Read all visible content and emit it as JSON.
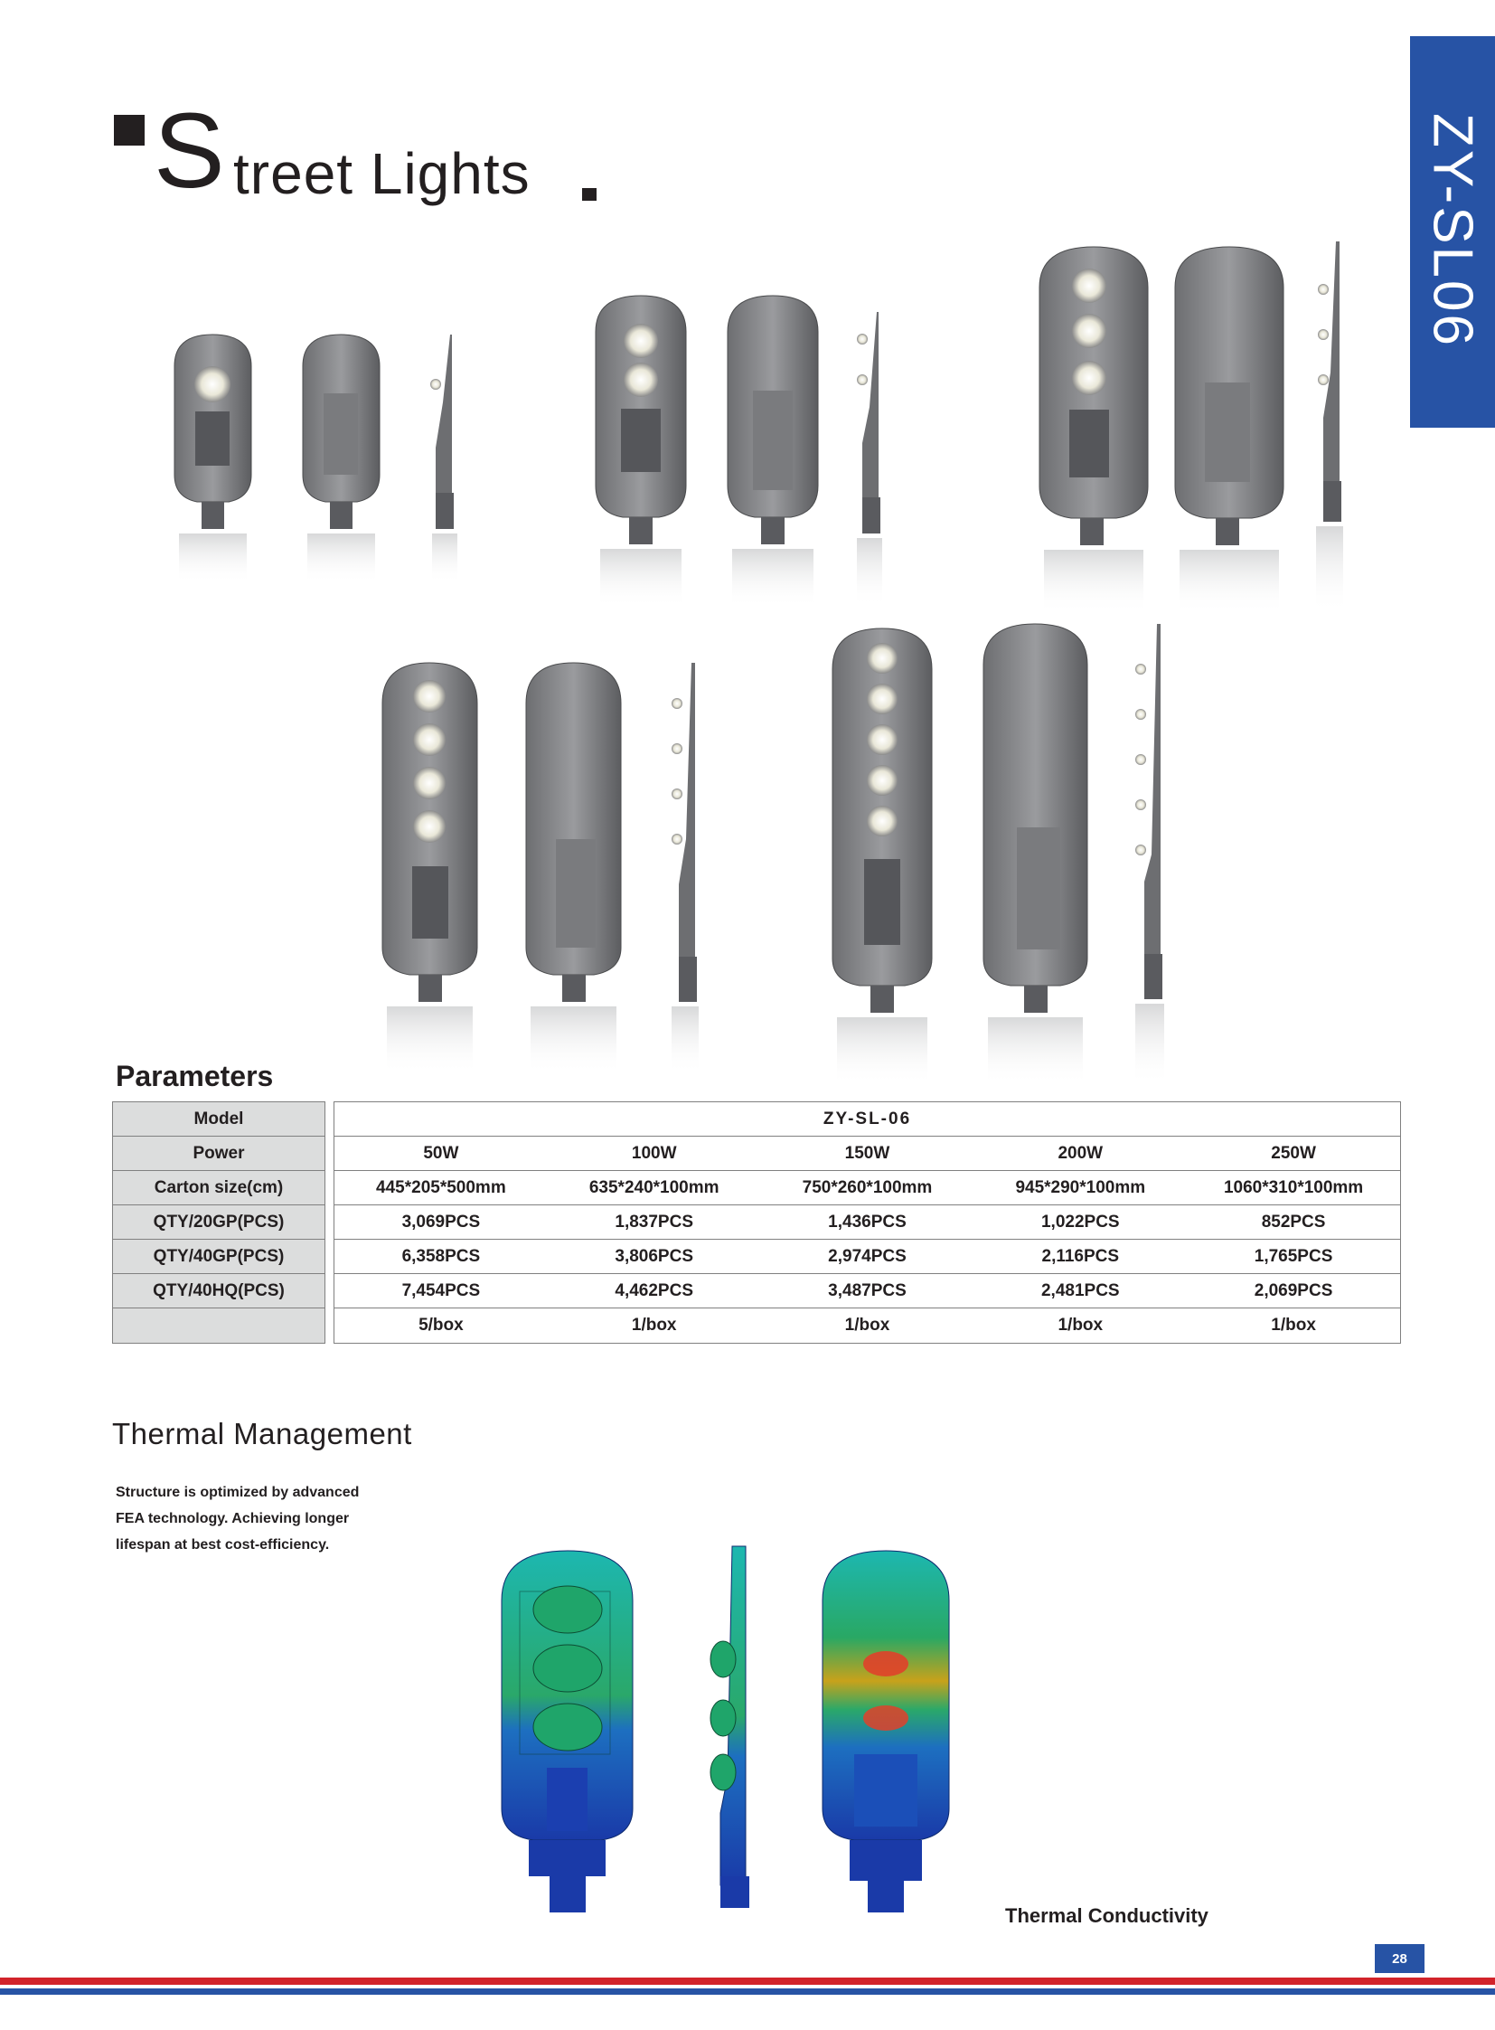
{
  "header": {
    "title_initial": "S",
    "title_rest": "treet Lights",
    "model_tab": "ZY-SL06"
  },
  "colors": {
    "brand_blue": "#2753a5",
    "stripe_red": "#d2232a",
    "table_label_bg": "#dcdddd"
  },
  "parameters": {
    "heading": "Parameters",
    "labels": [
      "Model",
      "Power",
      "Carton size(cm)",
      "QTY/20GP(PCS)",
      "QTY/40GP(PCS)",
      "QTY/40HQ(PCS)",
      ""
    ],
    "model_value": "ZY-SL-06",
    "rows": [
      [
        "50W",
        "100W",
        "150W",
        "200W",
        "250W"
      ],
      [
        "445*205*500mm",
        "635*240*100mm",
        "750*260*100mm",
        "945*290*100mm",
        "1060*310*100mm"
      ],
      [
        "3,069PCS",
        "1,837PCS",
        "1,436PCS",
        "1,022PCS",
        "852PCS"
      ],
      [
        "6,358PCS",
        "3,806PCS",
        "2,974PCS",
        "2,116PCS",
        "1,765PCS"
      ],
      [
        "7,454PCS",
        "4,462PCS",
        "3,487PCS",
        "2,481PCS",
        "2,069PCS"
      ],
      [
        "5/box",
        "1/box",
        "1/box",
        "1/box",
        "1/box"
      ]
    ]
  },
  "thermal": {
    "heading": "Thermal  Management",
    "description_lines": [
      "Structure is optimized by advanced",
      "FEA  technology. Achieving longer",
      "lifespan at best cost-efficiency."
    ],
    "caption": "Thermal Conductivity"
  },
  "footer": {
    "page_number": "28"
  }
}
